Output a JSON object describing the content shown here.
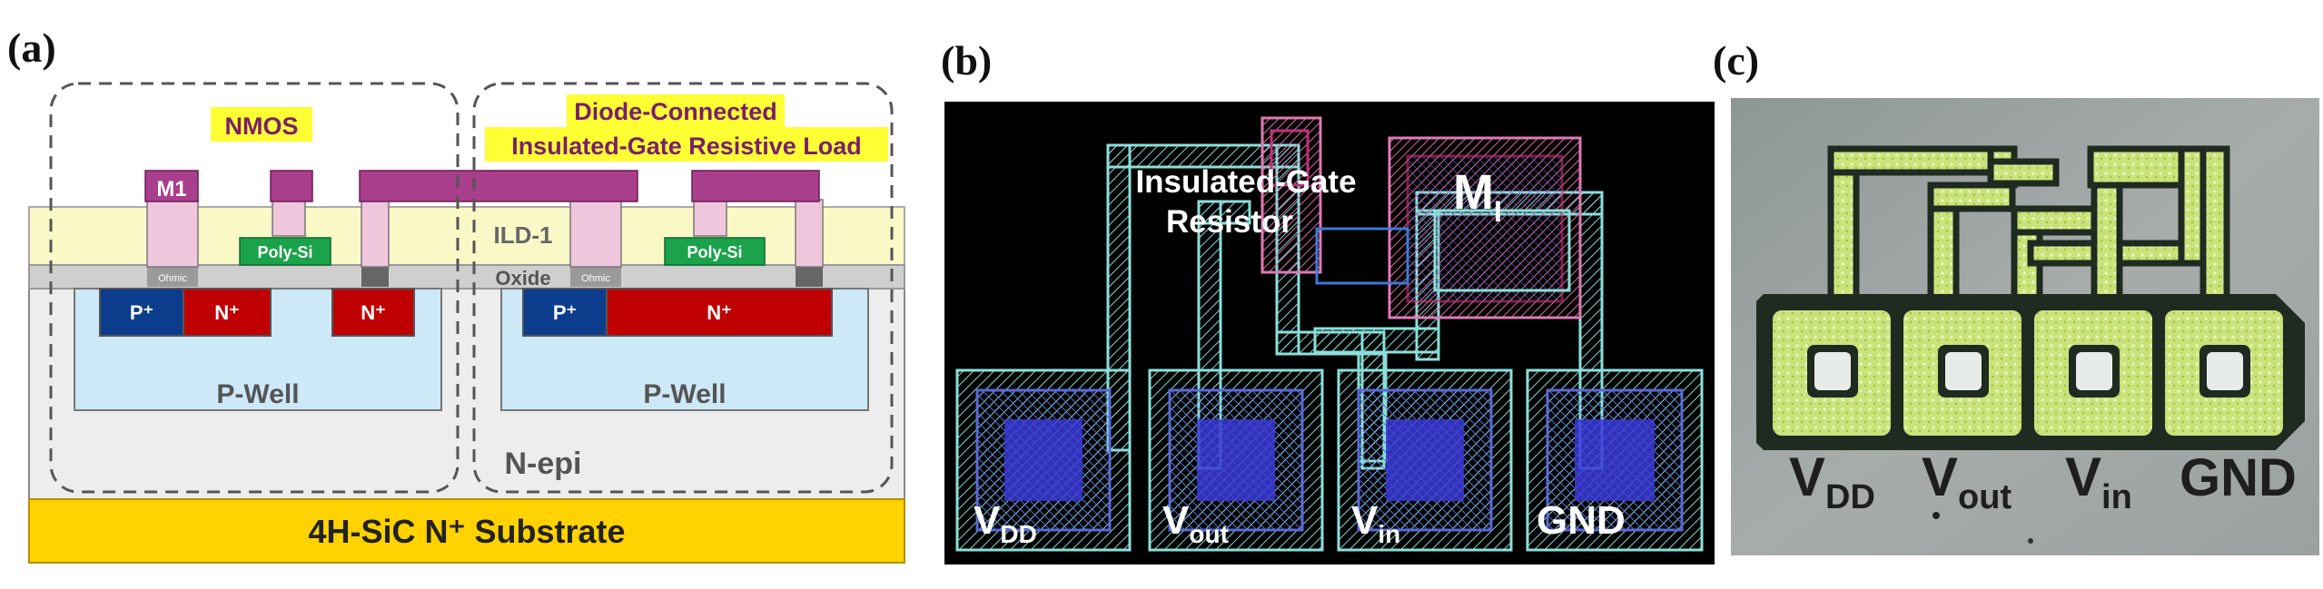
{
  "panel_a": {
    "label": "(a)",
    "nmos": "NMOS",
    "load_line1": "Diode-Connected",
    "load_line2": "Insulated-Gate Resistive Load",
    "m1": "M1",
    "poly_si": "Poly-Si",
    "ild": "ILD-1",
    "oxide": "Oxide",
    "ohmic": "Ohmic",
    "p_plus": "P⁺",
    "n_plus": "N⁺",
    "p_well": "P-Well",
    "n_epi": "N-epi",
    "substrate": "4H-SiC N⁺ Substrate"
  },
  "panel_b": {
    "label": "(b)",
    "resistor_line1": "Insulated-Gate",
    "resistor_line2": "Resistor",
    "m_main": "M",
    "m_sub": "I",
    "pads": [
      {
        "main": "V",
        "sub": "DD"
      },
      {
        "main": "V",
        "sub": "out"
      },
      {
        "main": "V",
        "sub": "in"
      },
      {
        "main": "GND",
        "sub": ""
      }
    ]
  },
  "panel_c": {
    "label": "(c)",
    "pads": [
      {
        "main": "V",
        "sub": "DD"
      },
      {
        "main": "V",
        "sub": "out"
      },
      {
        "main": "V",
        "sub": "in"
      },
      {
        "main": "GND",
        "sub": ""
      }
    ]
  },
  "colors": {
    "substrate": "#ffd200",
    "n_epi": "#ededed",
    "p_well": "#cde8f7",
    "p_plus": "#0b3d8c",
    "n_plus": "#c00000",
    "metal": "#a83e8c",
    "ild": "#fbf8c8",
    "poly": "#1aa34a",
    "highlight": "#ffff33",
    "layout_bg": "#000000",
    "photo_bg": "#9aa0a0"
  }
}
